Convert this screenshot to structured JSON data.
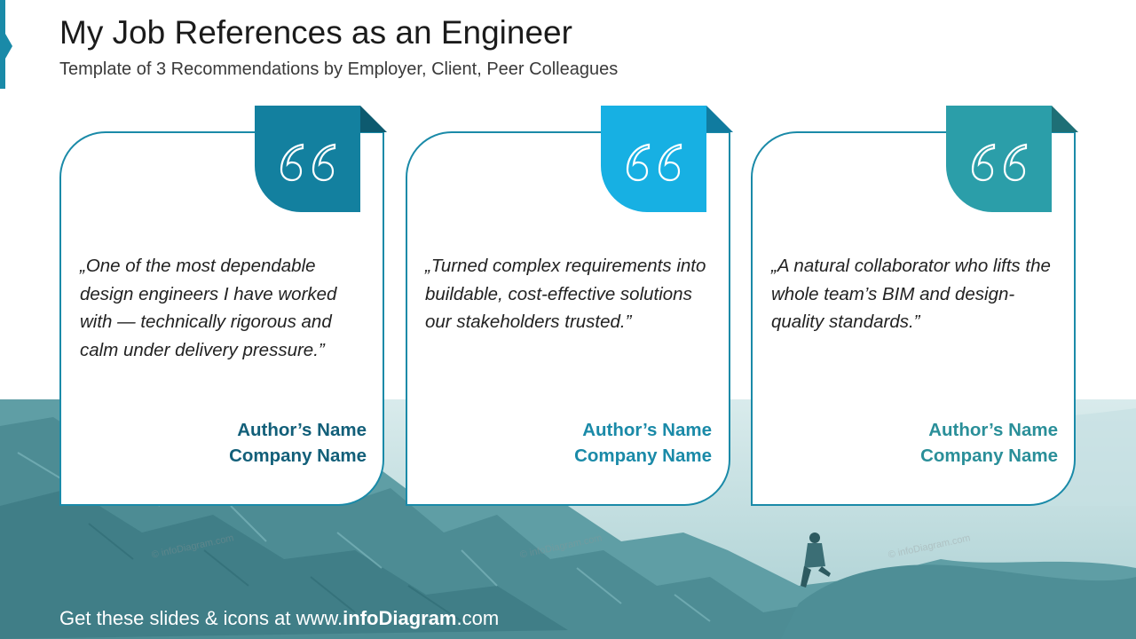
{
  "header": {
    "title": "My Job References as an Engineer",
    "subtitle": "Template of 3 Recommendations by Employer, Client, Peer Colleagues"
  },
  "cards": [
    {
      "quote": "„One of the most dependable design engineers I have worked with — technically rigorous and calm under delivery pressure.”",
      "author": "Author’s Name",
      "company": "Company Name",
      "accent": "#13809f",
      "text_color": "#125f79"
    },
    {
      "quote": "„Turned complex requirements into buildable, cost-effective solutions our stakeholders trusted.”",
      "author": "Author’s Name",
      "company": "Company Name",
      "accent": "#17b0e3",
      "text_color": "#1a8aa8"
    },
    {
      "quote": "„A natural collaborator who lifts the whole team’s BIM and design-quality standards.”",
      "author": "Author’s Name",
      "company": "Company Name",
      "accent": "#2b9ea9",
      "text_color": "#2a8f99"
    }
  ],
  "watermark": "© infoDiagram.com",
  "footer": {
    "prefix": "Get these slides & icons at www.",
    "brand": "infoDiagram",
    "suffix": ".com"
  },
  "icons": [
    "quote-icon",
    "quote-icon",
    "quote-icon"
  ]
}
